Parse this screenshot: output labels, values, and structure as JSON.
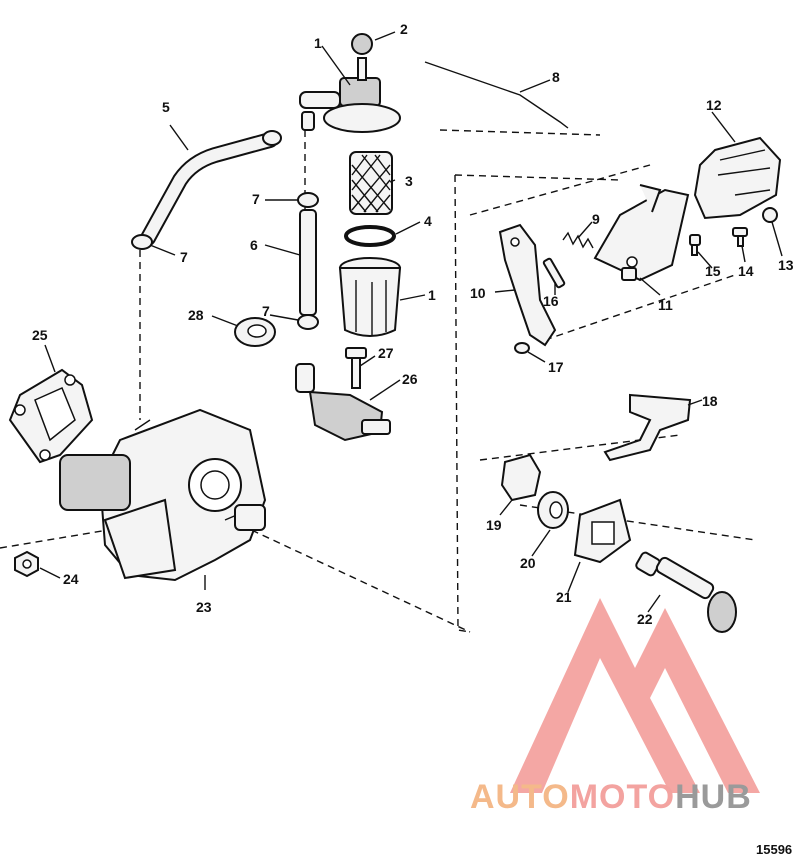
{
  "diagram": {
    "callouts": [
      "1",
      "2",
      "3",
      "4",
      "1",
      "5",
      "6",
      "7",
      "7",
      "7",
      "8",
      "9",
      "10",
      "11",
      "12",
      "13",
      "14",
      "15",
      "16",
      "17",
      "18",
      "19",
      "20",
      "21",
      "22",
      "23",
      "24",
      "25",
      "26",
      "27",
      "28"
    ],
    "ref_number": "15596"
  },
  "watermark": {
    "word_a": "AUTO",
    "word_b": "MOTO",
    "word_c": "HUB",
    "color_a": "#f4b98a",
    "color_b": "#f3a3a0",
    "color_c": "#9a9a9a",
    "logo_color": "#f08a85"
  }
}
